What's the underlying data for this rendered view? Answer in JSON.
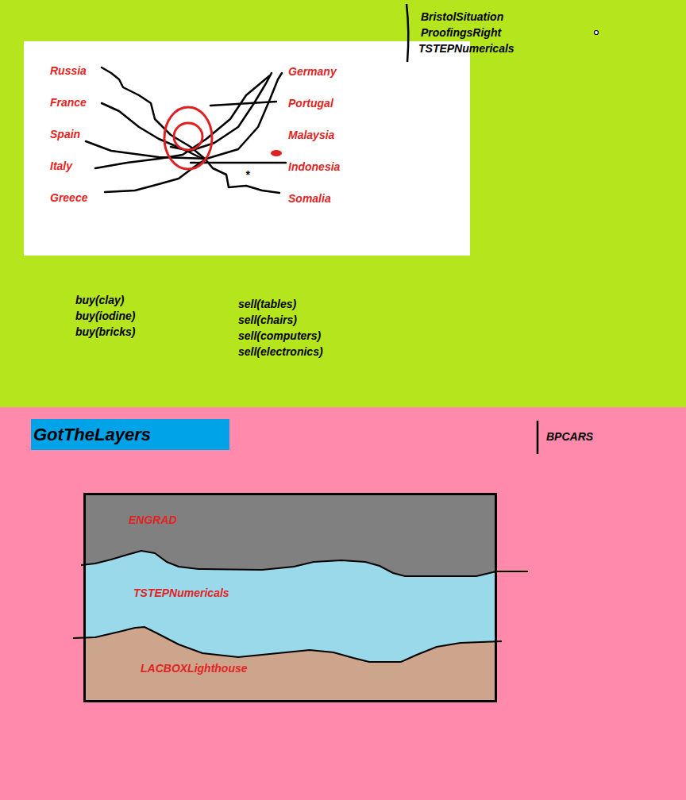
{
  "diagram": {
    "nodes": [
      {
        "text": [
          "Russia",
          "France",
          "Spain",
          "Italy",
          "Greece",
          "Germany",
          "Portugal",
          "Malaysia",
          "Indonesia",
          "Somalia"
        ]
      },
      {
        "text": [
          "GotTheLayers"
        ]
      },
      {
        "text": [
          "ENGRAD"
        ]
      },
      {
        "text": [
          "TSTEPNumericals"
        ]
      },
      {
        "text": [
          "LACBOXLighthouse"
        ]
      }
    ],
    "labels": [
      "BristolSituation",
      "ProofingsRight",
      "TSTEPNumericals",
      "*",
      "buy(clay)",
      "buy(iodine)",
      "buy(bricks)",
      "sell(tables)",
      "sell(chairs)",
      "sell(computers)",
      "sell(electronics)",
      "BPCARS"
    ]
  }
}
